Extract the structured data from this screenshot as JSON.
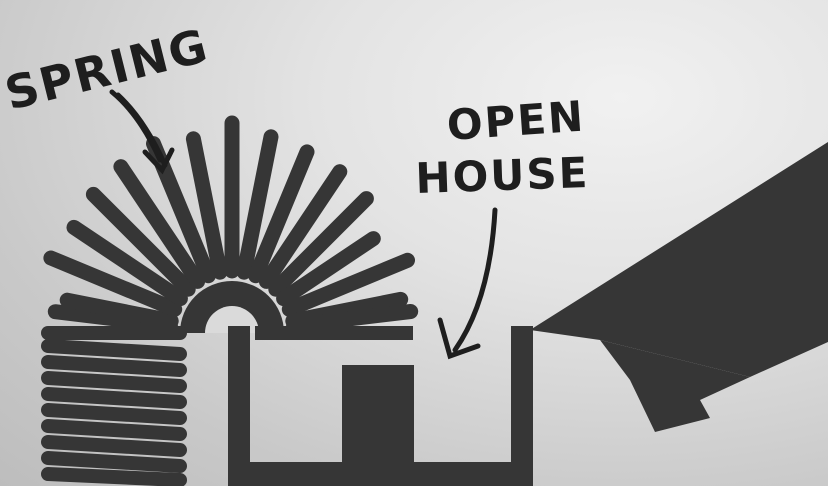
{
  "labels": {
    "spring": "SPRING",
    "open": "OPEN",
    "house": "HOUSE"
  },
  "colors": {
    "ink": "#363636",
    "text": "#1e1e1e",
    "background": "#d9d9d9"
  },
  "icons": [
    "sunburst-icon",
    "coil-spring-icon",
    "house-outline-icon",
    "paper-plane-icon",
    "arrow-icon"
  ]
}
